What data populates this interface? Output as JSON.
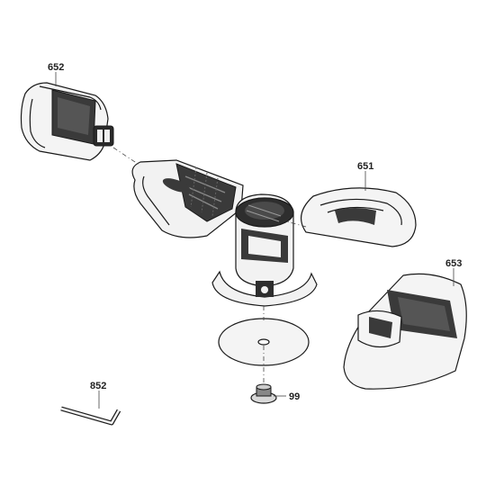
{
  "parts": [
    {
      "number": "652",
      "name_icon": "battery-pack-icon"
    },
    {
      "number": "651",
      "name_icon": "wheel-guard-icon"
    },
    {
      "number": "653",
      "name_icon": "charger-icon"
    },
    {
      "number": "852",
      "name_icon": "hex-key-icon"
    },
    {
      "number": "99",
      "name_icon": "flange-nut-icon"
    }
  ],
  "colors": {
    "ink": "#1a1a1a",
    "fill_light": "#f2f2f2",
    "fill_dark": "#3a3a3a"
  }
}
